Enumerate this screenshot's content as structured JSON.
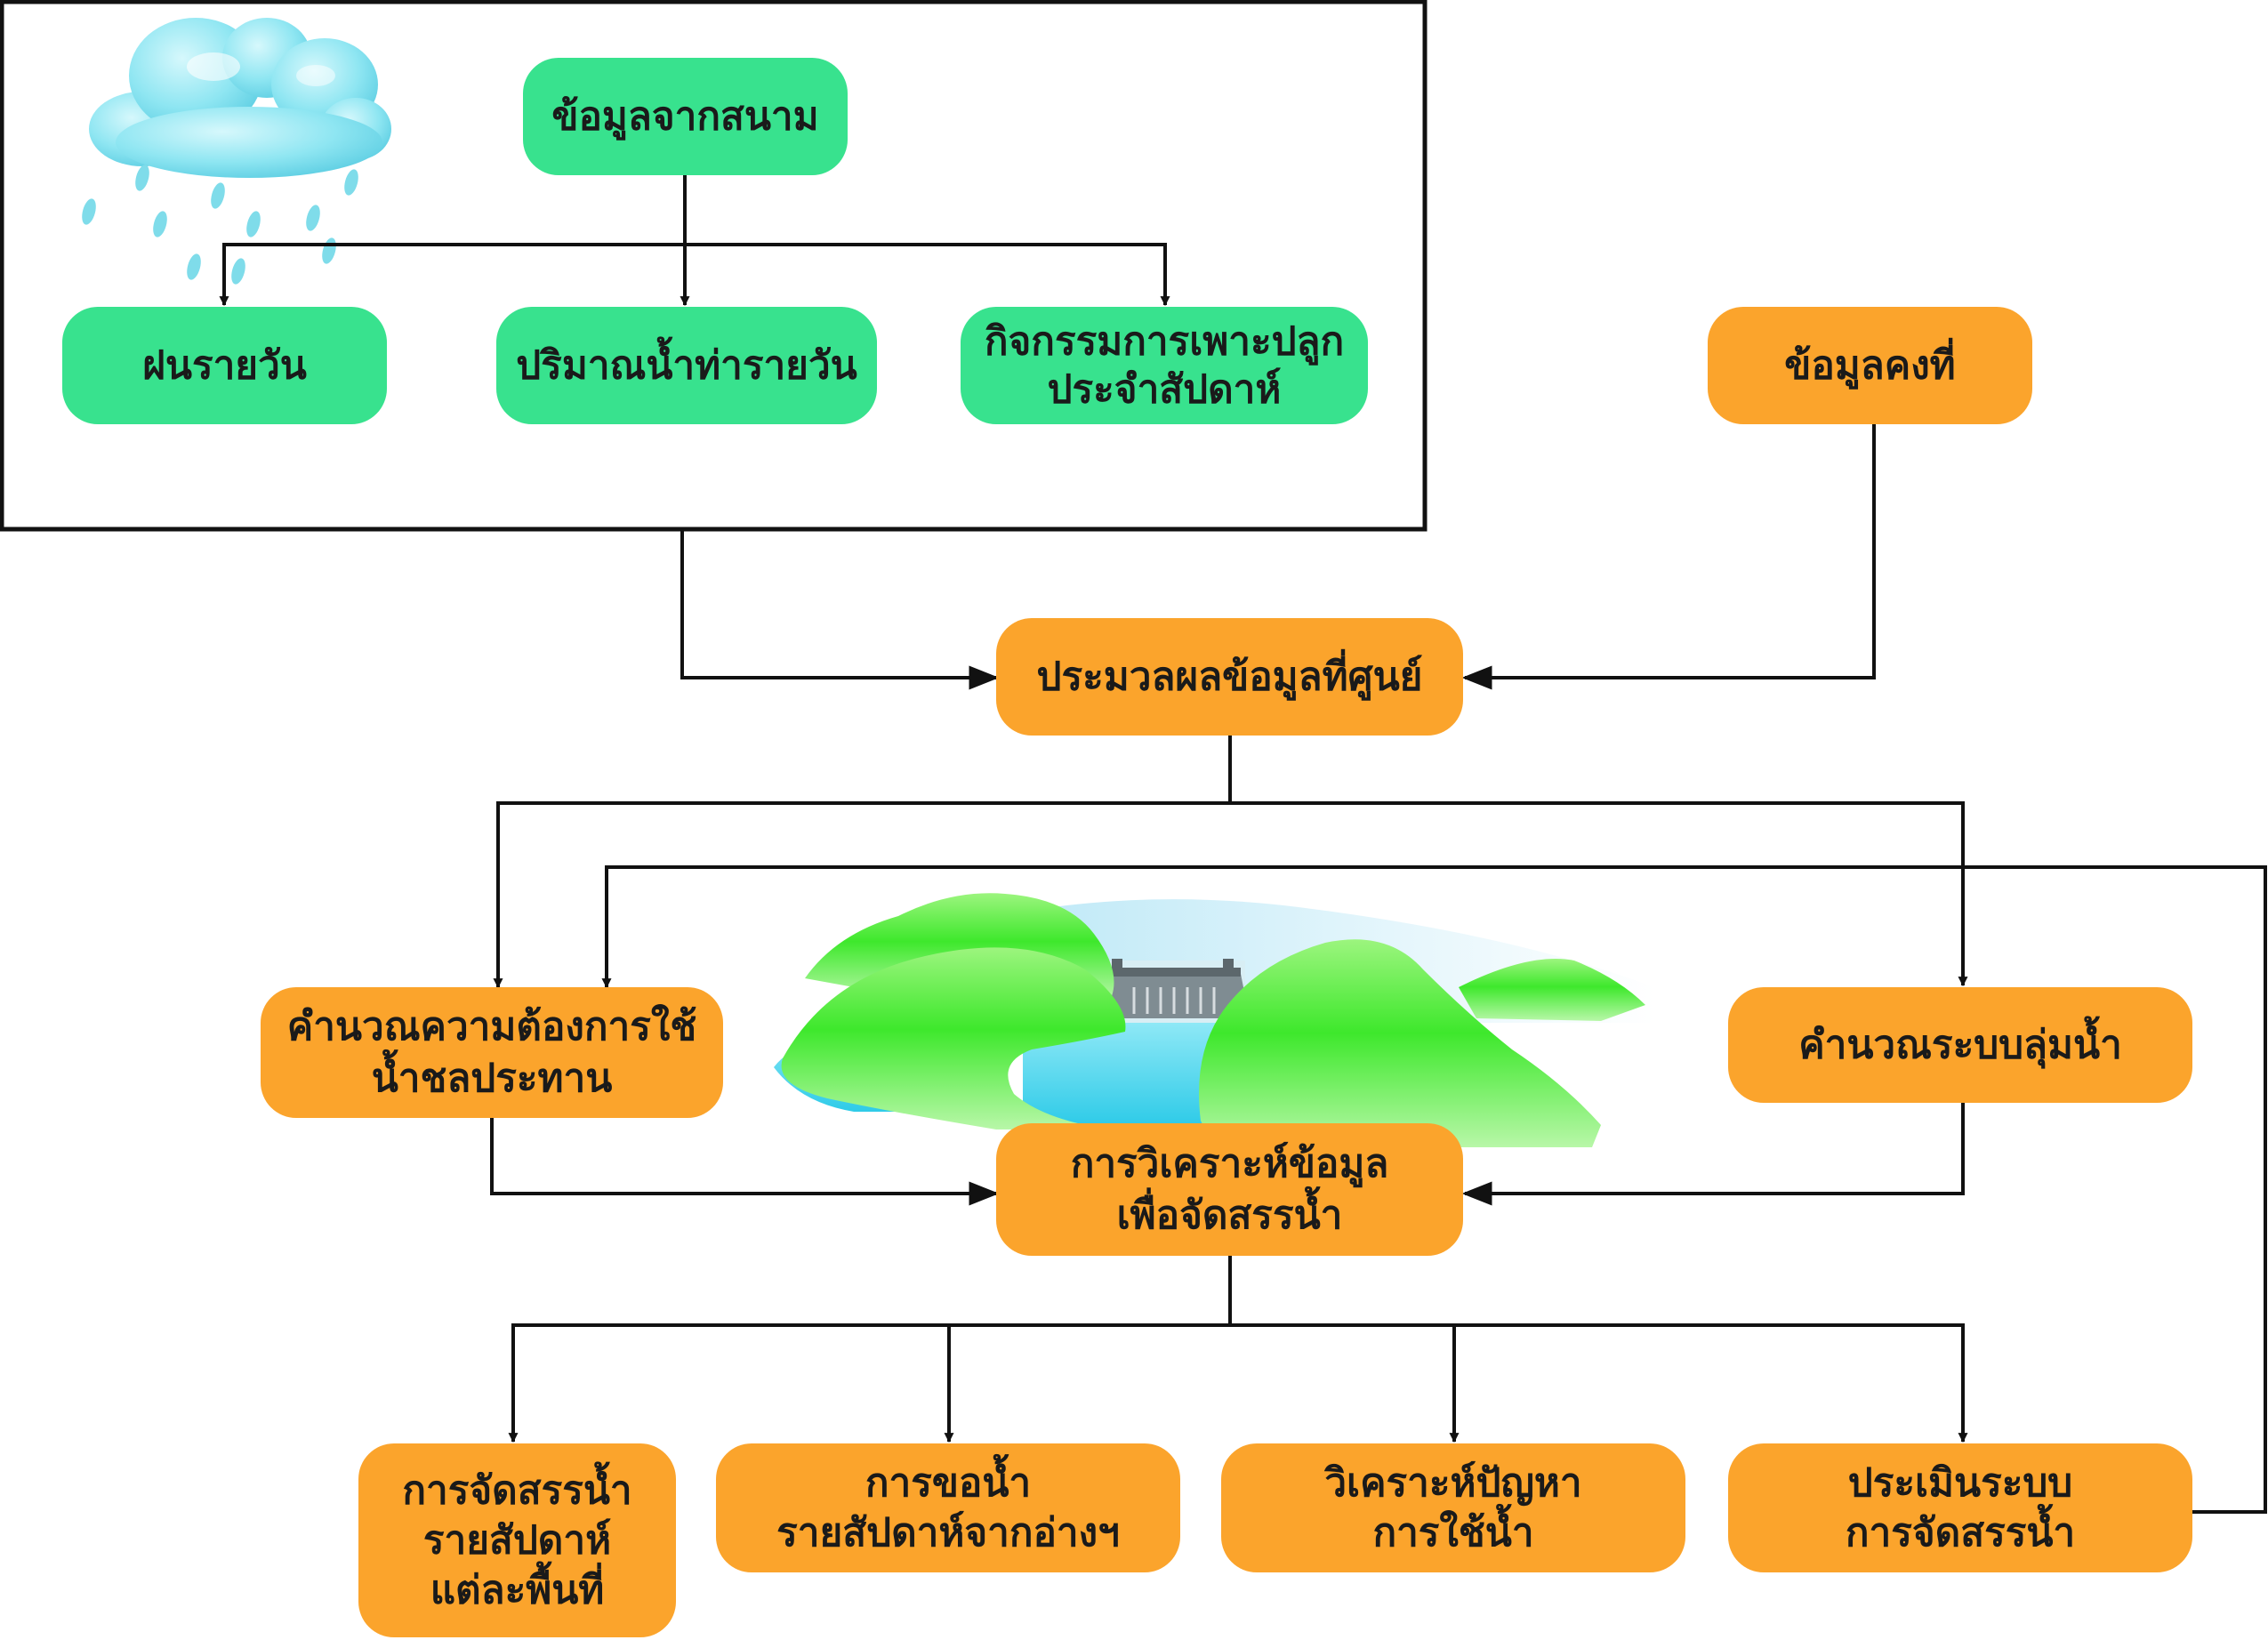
{
  "colors": {
    "green_node": "#38e28e",
    "orange_node": "#fba42c",
    "line": "#111111",
    "cloud": "#8fe6f2",
    "rain": "#7fdcea",
    "hills": "#55ec3a",
    "water": "#49d4f0"
  },
  "icons": {
    "rain_cloud": "rain-cloud-icon",
    "dam_landscape": "dam-landscape-illustration"
  },
  "nodes": {
    "field_data": {
      "lines": [
        "ข้อมูลจากสนาม"
      ]
    },
    "daily_rain": {
      "lines": [
        "ฝนรายวัน"
      ]
    },
    "daily_water_level": {
      "lines": [
        "ปริมาณน้ำท่ารายวัน"
      ]
    },
    "weekly_planting": {
      "lines": [
        "กิจกรรมการเพาะปลูก",
        "ประจำสัปดาห์"
      ]
    },
    "static_data": {
      "lines": [
        "ข้อมูลคงที่"
      ]
    },
    "center_processing": {
      "lines": [
        "ประมวลผลข้อมูลที่ศูนย์"
      ]
    },
    "irrigation_demand": {
      "lines": [
        "คำนวณความต้องการใช้",
        "น้ำชลประทาน"
      ]
    },
    "basin_calc": {
      "lines": [
        "คำนวณระบบลุ่มน้ำ"
      ]
    },
    "analysis": {
      "lines": [
        "การวิเคราะห์ข้อมูล",
        "เพื่อจัดสรรน้ำ"
      ]
    },
    "weekly_allocation": {
      "lines": [
        "การจัดสรรน้ำ",
        "รายสัปดาห์",
        "แต่ละพื้นที่"
      ]
    },
    "water_request": {
      "lines": [
        "การขอน้ำ",
        "รายสัปดาห์จากอ่างฯ"
      ]
    },
    "problem_analysis": {
      "lines": [
        "วิเคราะห์ปัญหา",
        "การใช้น้ำ"
      ]
    },
    "evaluation": {
      "lines": [
        "ประเมินระบบ",
        "การจัดสรรน้ำ"
      ]
    }
  }
}
